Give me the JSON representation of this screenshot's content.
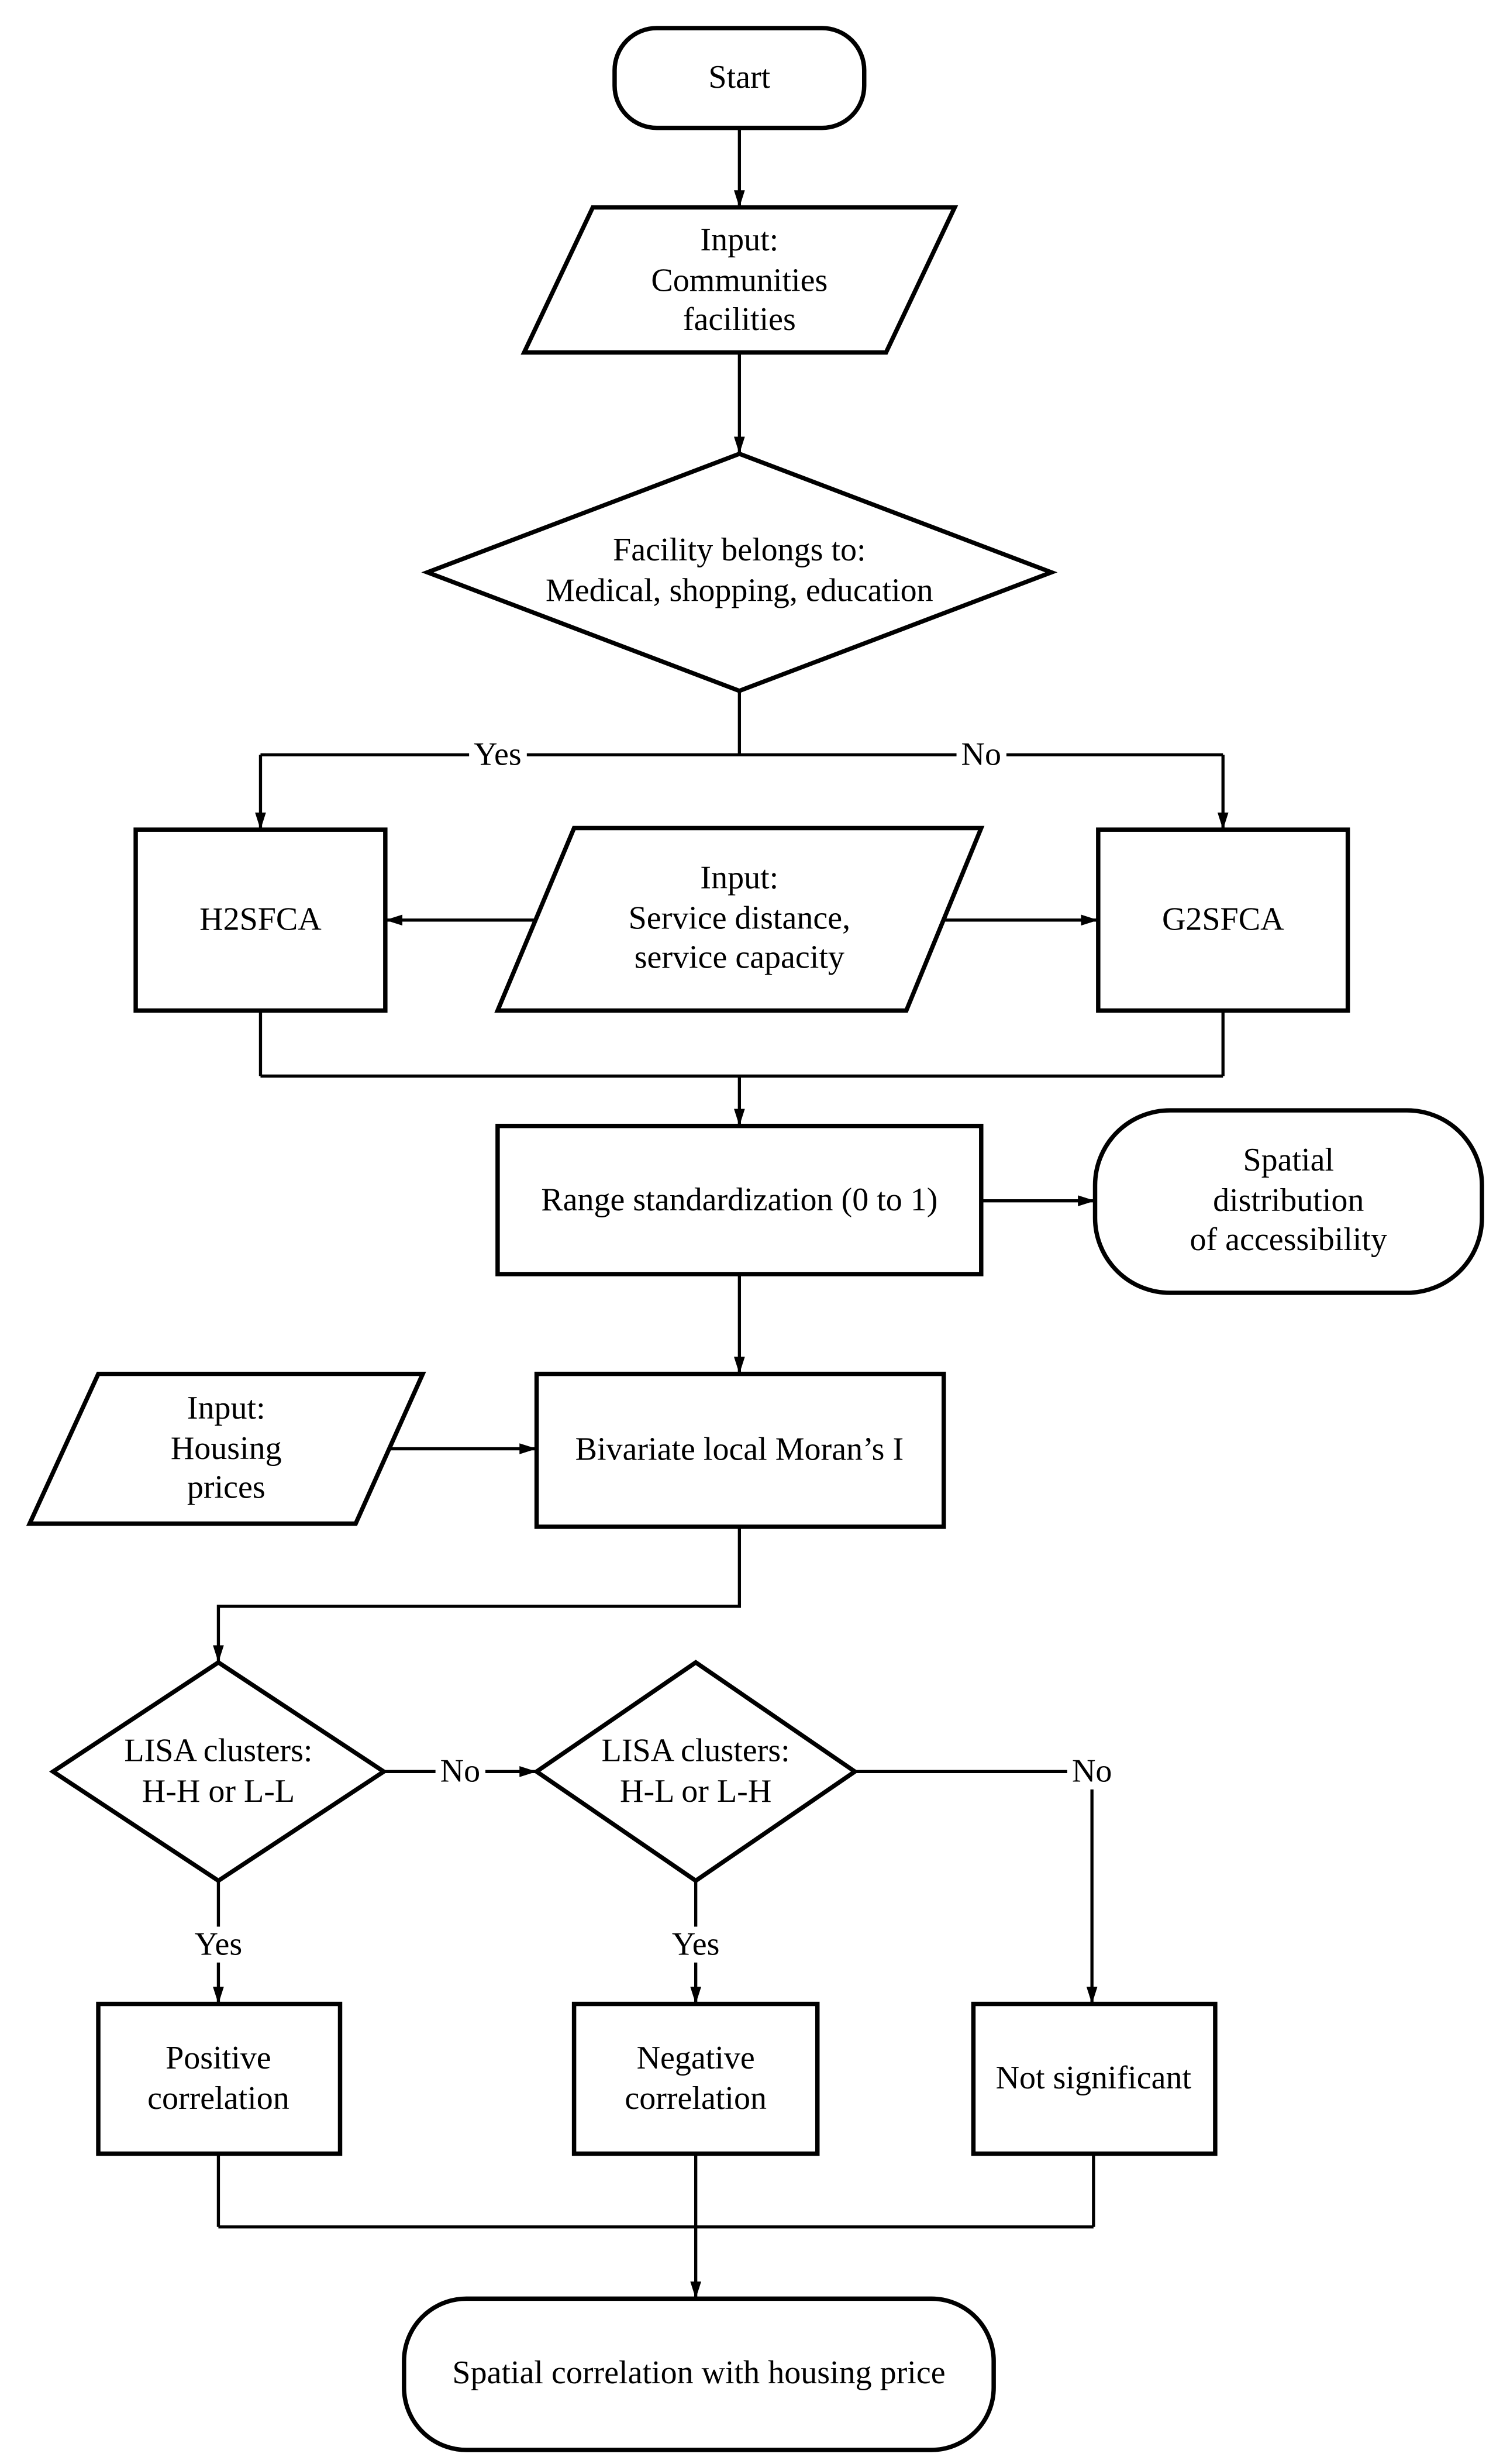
{
  "diagram": {
    "type": "flowchart",
    "colors": {
      "line": "#000000",
      "shape_fill": "#ffffff",
      "text": "#000000",
      "background": "#ffffff"
    },
    "nodes": {
      "start": {
        "type": "terminator",
        "label": "Start"
      },
      "input_communities": {
        "type": "data-input",
        "label": "Input:\nCommunities\nfacilities"
      },
      "facility_decision": {
        "type": "decision",
        "label": "Facility belongs to:\nMedical, shopping, education"
      },
      "h2sfca": {
        "type": "process",
        "label": "H2SFCA"
      },
      "input_service": {
        "type": "data-input",
        "label": "Input:\nService distance,\nservice capacity"
      },
      "g2sfca": {
        "type": "process",
        "label": "G2SFCA"
      },
      "range_standardization": {
        "type": "process",
        "label": "Range standardization (0 to 1)"
      },
      "spatial_distribution": {
        "type": "terminator",
        "label": "Spatial distribution\nof accessibility"
      },
      "input_housing": {
        "type": "data-input",
        "label": "Input:\nHousing\nprices"
      },
      "bivariate_moran": {
        "type": "process",
        "label": "Bivariate local Moran’s I"
      },
      "lisa_hh_ll": {
        "type": "decision",
        "label": "LISA clusters:\nH-H or L-L"
      },
      "lisa_hl_lh": {
        "type": "decision",
        "label": "LISA clusters:\nH-L or L-H"
      },
      "positive_correlation": {
        "type": "process",
        "label": "Positive\ncorrelation"
      },
      "negative_correlation": {
        "type": "process",
        "label": "Negative\ncorrelation"
      },
      "not_significant": {
        "type": "process",
        "label": "Not significant"
      },
      "end": {
        "type": "terminator",
        "label": "Spatial correlation with housing price"
      }
    },
    "edge_labels": {
      "facility_yes": "Yes",
      "facility_no": "No",
      "lisa1_no": "No",
      "lisa2_no": "No",
      "lisa1_yes": "Yes",
      "lisa2_yes": "Yes"
    }
  }
}
